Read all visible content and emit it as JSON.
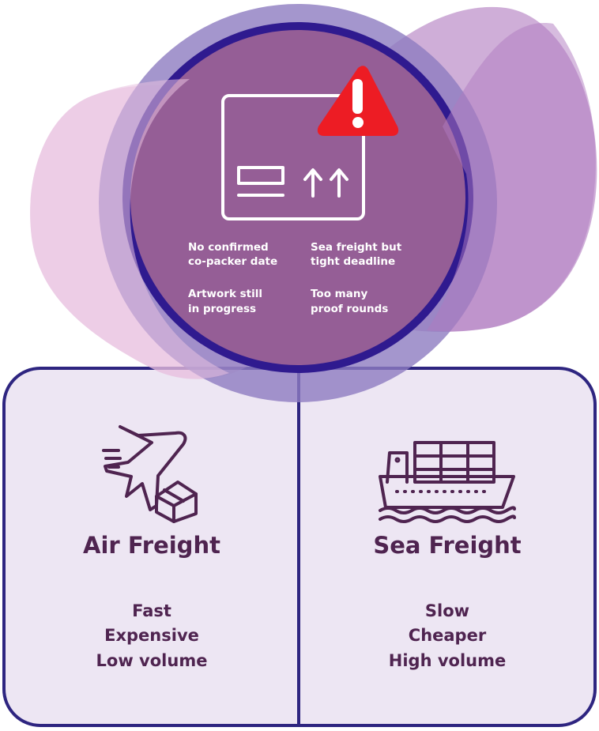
{
  "risks": [
    {
      "line1": "No confirmed",
      "line2": "co-packer date"
    },
    {
      "line1": "Sea freight but",
      "line2": "tight deadline"
    },
    {
      "line1": "Artwork still",
      "line2": "in progress"
    },
    {
      "line1": "Too many",
      "line2": "proof rounds"
    }
  ],
  "options": [
    {
      "title": "Air Freight",
      "traits": [
        "Fast",
        "Expensive",
        "Low volume"
      ],
      "icon": "airplane-box-icon"
    },
    {
      "title": "Sea Freight",
      "traits": [
        "Slow",
        "Cheaper",
        "High volume"
      ],
      "icon": "cargo-ship-icon"
    }
  ],
  "colors": {
    "circle_fill": "#955e96",
    "ring": "#2f1a8f",
    "panel_border": "#2e2580",
    "panel_fill": "#ede6f3",
    "text_dark": "#4f2450",
    "warning": "#ed1c24"
  }
}
